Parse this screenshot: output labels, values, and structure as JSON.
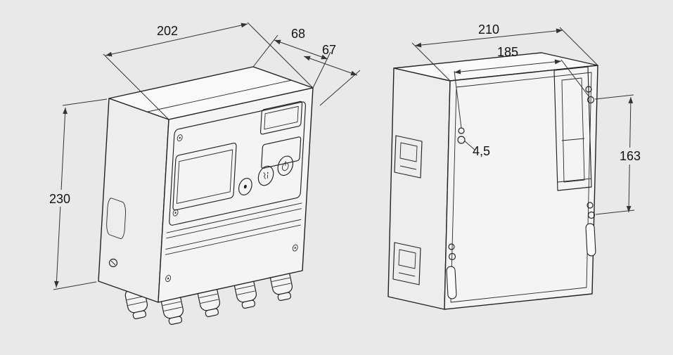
{
  "drawing": {
    "title": "control-unit-dimensional-drawing",
    "colors": {
      "background": "#e9e9e9",
      "line": "#222222",
      "face_front": "#f4f4f4",
      "face_side": "#ededed",
      "face_top": "#f9f9f9"
    },
    "front_view": {
      "dims": {
        "width": "202",
        "depth_upper": "68",
        "depth_lower": "67",
        "height": "230"
      }
    },
    "rear_view": {
      "dims": {
        "overall_width": "210",
        "hole_spacing_horizontal": "185",
        "hole_diameter": "4,5",
        "hole_spacing_vertical": "163"
      }
    }
  }
}
